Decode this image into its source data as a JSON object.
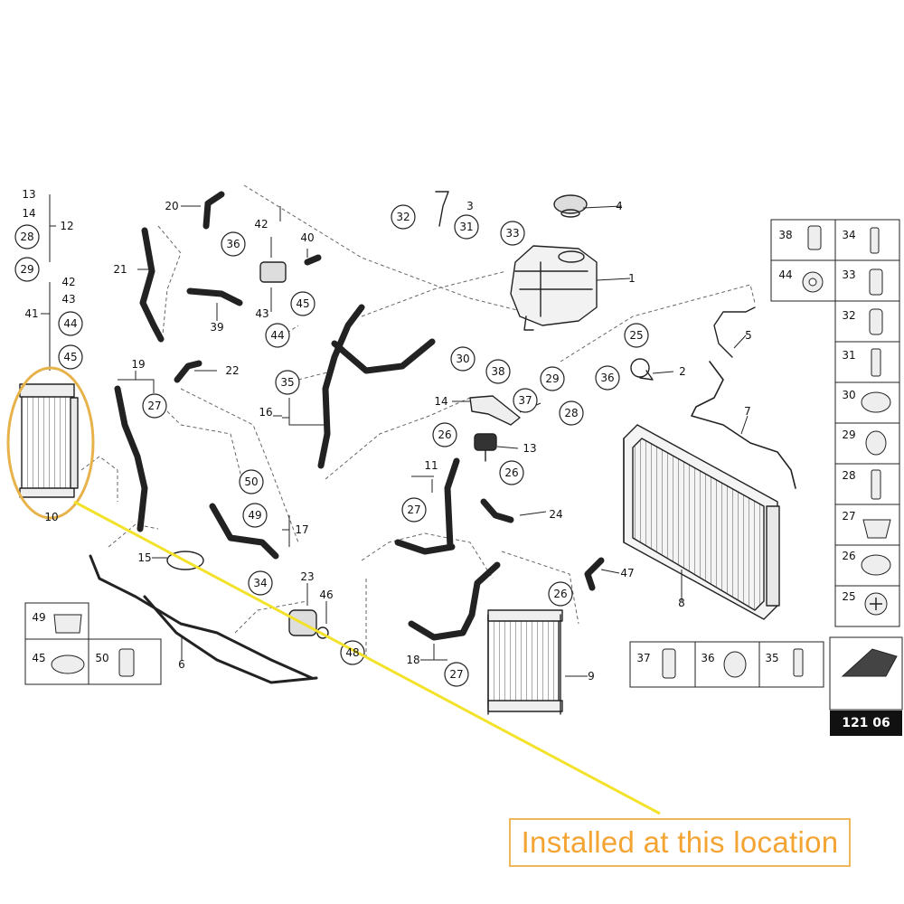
{
  "diagram": {
    "callouts": [
      "1",
      "2",
      "3",
      "4",
      "5",
      "6",
      "7",
      "8",
      "9",
      "10",
      "11",
      "12",
      "13",
      "14",
      "15",
      "16",
      "17",
      "18",
      "19",
      "20",
      "21",
      "22",
      "23",
      "24",
      "25",
      "26",
      "27",
      "28",
      "29",
      "30",
      "31",
      "32",
      "33",
      "34",
      "35",
      "36",
      "37",
      "38",
      "39",
      "40",
      "41",
      "42",
      "43",
      "44",
      "45",
      "46",
      "47",
      "48",
      "49",
      "50"
    ],
    "page_reference": "121 06",
    "annotation_text": "Installed at this location",
    "colors": {
      "line": "#222222",
      "dash": "#555555",
      "highlight_circle": "#e8b24a",
      "pointer_line": "#f2e22a",
      "annotation_text": "#f4a433",
      "annotation_border": "#f0b75a",
      "page_ref_bg": "#111111"
    }
  }
}
